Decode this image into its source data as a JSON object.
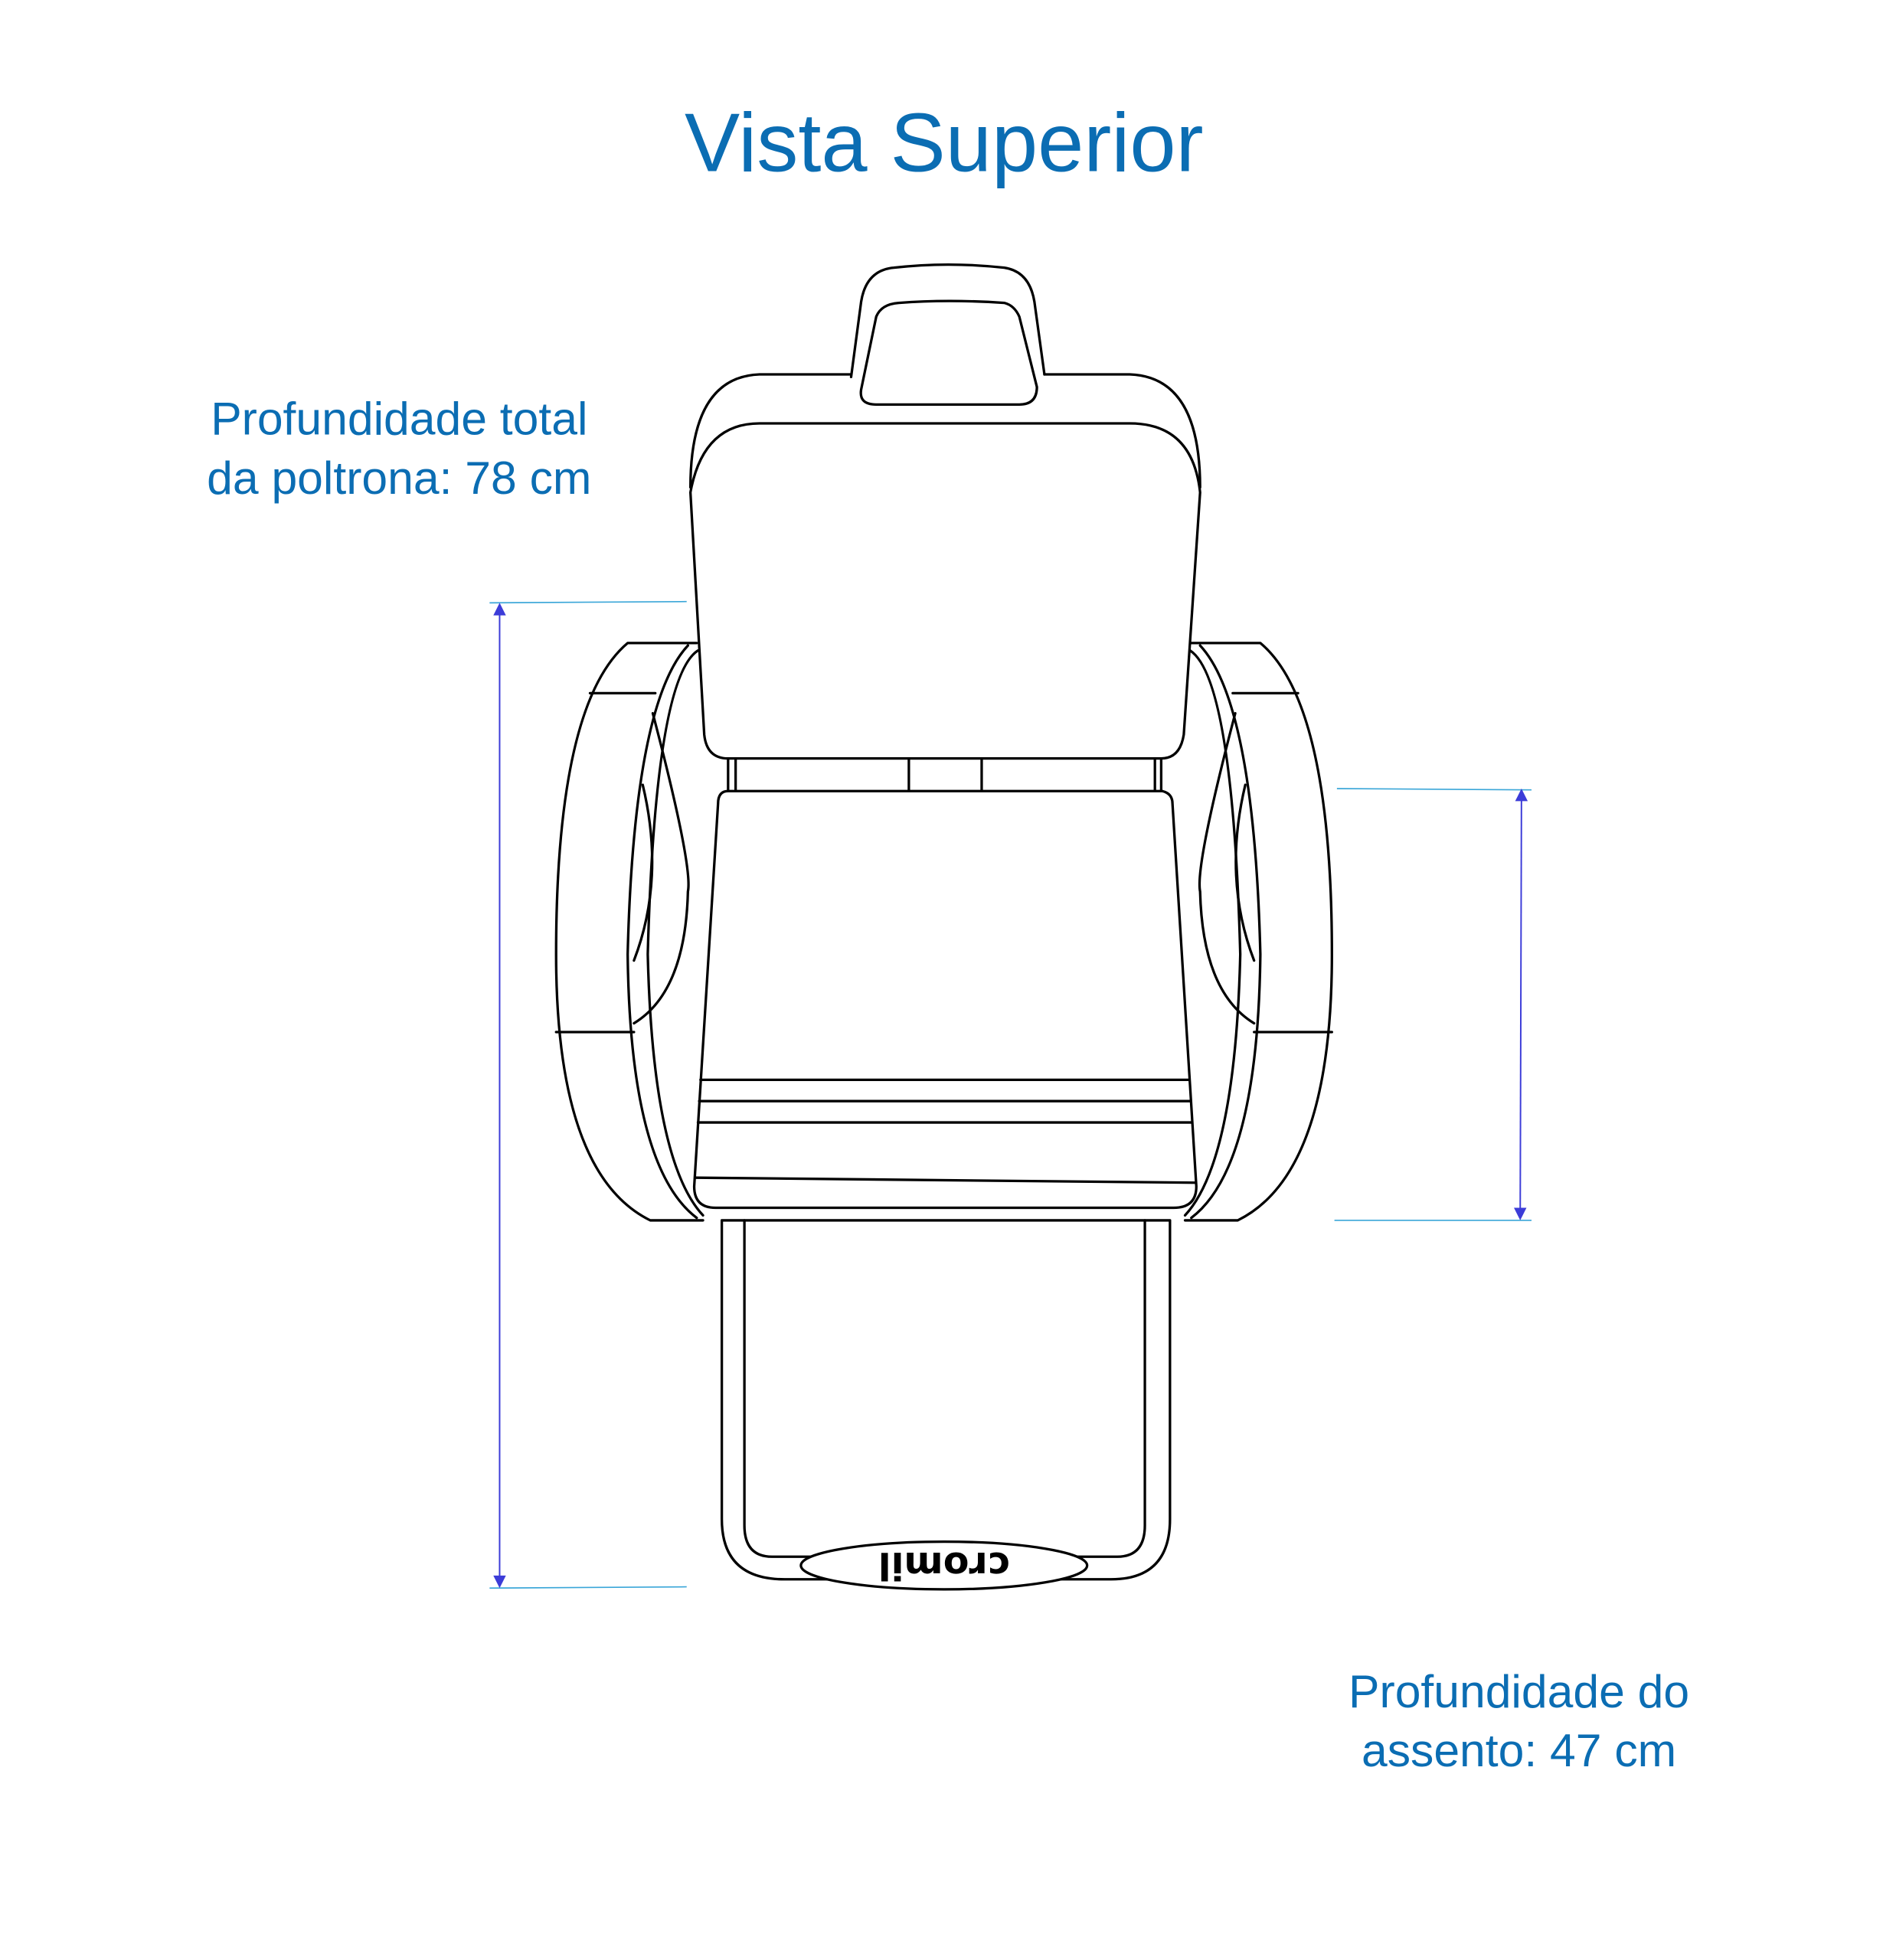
{
  "title": "Vista Superior",
  "labels": {
    "total_depth_line1": "Profundidade total",
    "total_depth_line2": "da poltrona: 78 cm",
    "seat_depth_line1": "Profundidade do",
    "seat_depth_line2": "assento: 47 cm"
  },
  "logo_text": "cromil",
  "colors": {
    "text": "#0b6db3",
    "dimension_arrow": "#3c3cd8",
    "extension_line": "#3aa6d8"
  }
}
